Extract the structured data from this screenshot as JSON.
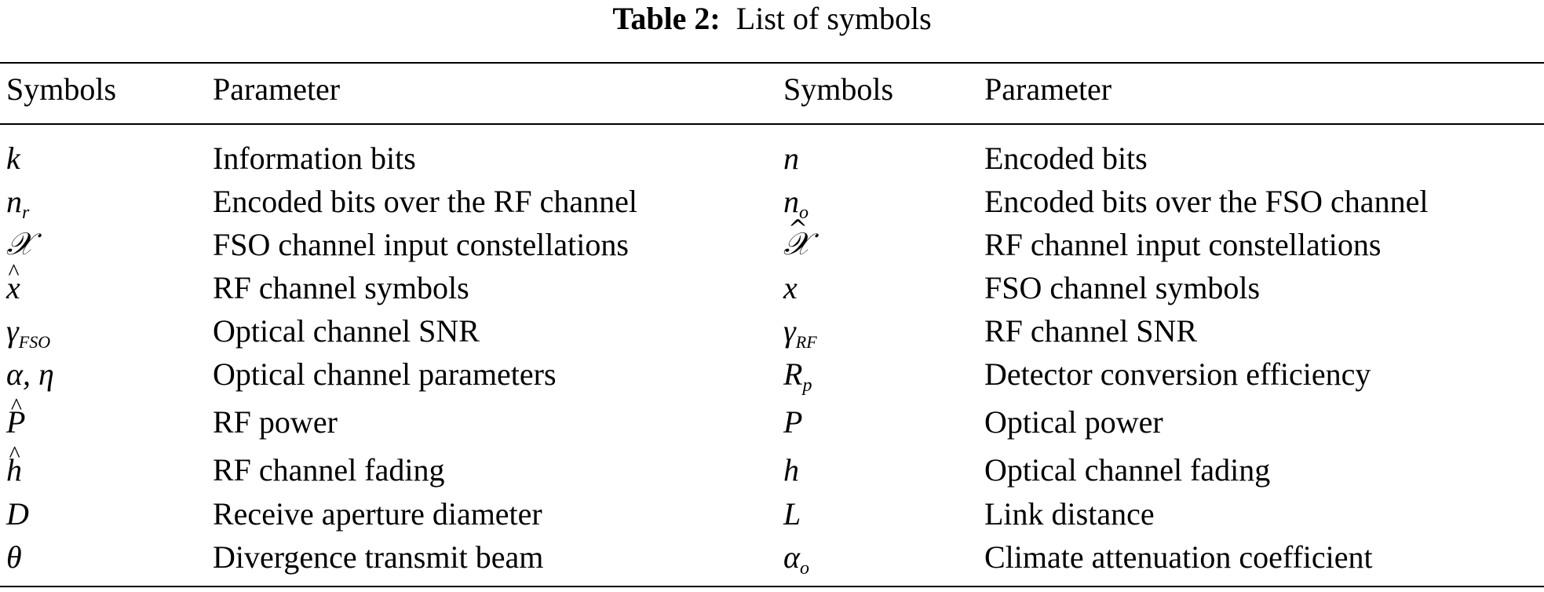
{
  "caption": {
    "label": "Table 2:",
    "text": "List of symbols"
  },
  "header": {
    "col1": "Symbols",
    "col2": "Parameter",
    "col3": "Symbols",
    "col4": "Parameter"
  },
  "rows": [
    {
      "sym_left": "k",
      "param_left": "Information bits",
      "sym_right": "n",
      "param_right": "Encoded bits"
    },
    {
      "sym_left": "n",
      "sym_left_sub": "r",
      "param_left": "Encoded bits over the RF channel",
      "sym_right": "n",
      "sym_right_sub": "o",
      "param_right": "Encoded bits over the FSO channel"
    },
    {
      "sym_left": "𝒳",
      "param_left": "FSO channel input constellations",
      "sym_right": "𝒳",
      "param_right": "RF channel input constellations"
    },
    {
      "sym_left": "x",
      "param_left": "RF channel symbols",
      "sym_right": "x",
      "param_right": "FSO channel symbols"
    },
    {
      "sym_left": "γ",
      "sym_left_sub": "FSO",
      "param_left": "Optical channel SNR",
      "sym_right": "γ",
      "sym_right_sub": "RF",
      "param_right": "RF channel SNR"
    },
    {
      "sym_left": "α, η",
      "param_left": "Optical channel parameters",
      "sym_right": "R",
      "sym_right_sub": "p",
      "param_right": "Detector conversion efficiency"
    },
    {
      "sym_left": "P",
      "param_left": "RF power",
      "sym_right": "P",
      "param_right": "Optical power"
    },
    {
      "sym_left": "h",
      "param_left": "RF channel fading",
      "sym_right": "h",
      "param_right": "Optical channel fading"
    },
    {
      "sym_left": "D",
      "param_left": "Receive aperture diameter",
      "sym_right": "L",
      "param_right": "Link distance"
    },
    {
      "sym_left": "θ",
      "param_left": "Divergence transmit beam",
      "sym_right": "α",
      "sym_right_sub": "o",
      "param_right": "Climate attenuation coefficient"
    }
  ]
}
